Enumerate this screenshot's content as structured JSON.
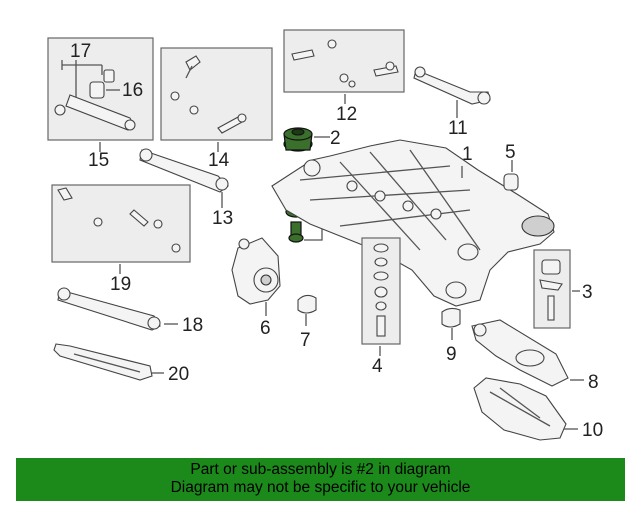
{
  "callouts": {
    "c1": "1",
    "c2a": "2",
    "c2b": "2",
    "c3": "3",
    "c4": "4",
    "c5": "5",
    "c6": "6",
    "c7": "7",
    "c8": "8",
    "c9": "9",
    "c10": "10",
    "c11": "11",
    "c12": "12",
    "c13": "13",
    "c14": "14",
    "c15": "15",
    "c16": "16",
    "c17": "17",
    "c18": "18",
    "c19": "19",
    "c20": "20"
  },
  "highlighted_part": "2",
  "banner": {
    "line1": "Part or sub-assembly is #2 in diagram",
    "line2": "Diagram may not be specific to your vehicle"
  },
  "colors": {
    "banner_bg": "#1b8a1b",
    "highlight": "#3a6f2c",
    "box_fill": "#ededed"
  }
}
